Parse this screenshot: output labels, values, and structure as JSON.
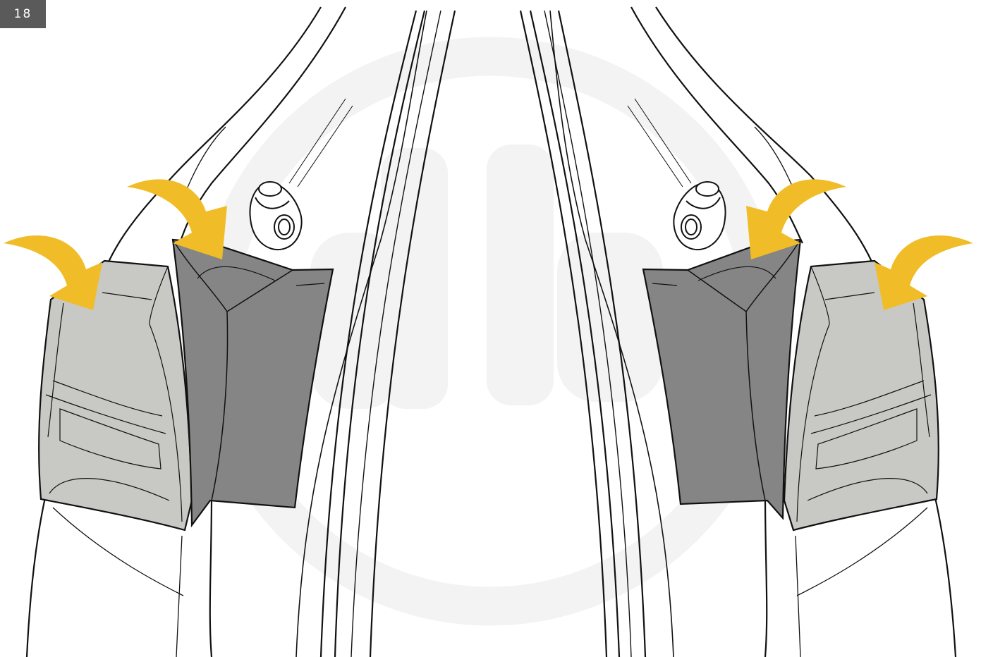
{
  "step": {
    "number": "18"
  },
  "colors": {
    "badge_bg": "#5a5a5a",
    "line": "#111111",
    "outer_pad": "#c8c8c4",
    "inner_pad": "#858585",
    "arrow": "#f0bd28",
    "watermark": "#f3f3f3"
  },
  "illustration": {
    "description_icons": [
      "left-outer-pad",
      "left-inner-pad",
      "right-inner-pad",
      "right-outer-pad",
      "left-bolt-knob",
      "right-bolt-knob"
    ],
    "arrow_count": 4
  }
}
